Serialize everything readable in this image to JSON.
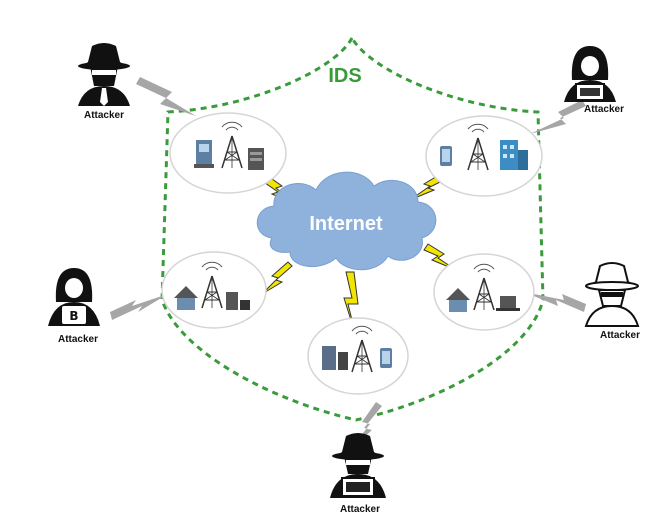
{
  "shield": {
    "label": "IDS",
    "color": "#3a9b3a"
  },
  "cloud": {
    "label": "Internet",
    "fill": "#8fb2dd"
  },
  "attacker_label": "Attacker",
  "attackers": [
    {
      "id": "attacker-top-left",
      "label": "Attacker",
      "variant": "spy-hat"
    },
    {
      "id": "attacker-top-right",
      "label": "Attacker",
      "variant": "hooded-laptop"
    },
    {
      "id": "attacker-mid-left",
      "label": "Attacker",
      "variant": "hooded-bitcoin"
    },
    {
      "id": "attacker-mid-right",
      "label": "Attacker",
      "variant": "spy-hat-outline"
    },
    {
      "id": "attacker-bottom",
      "label": "Attacker",
      "variant": "spy-hat-laptop"
    }
  ],
  "nodes": [
    {
      "id": "node-top-left",
      "icons": [
        "atm-icon",
        "cell-tower-icon",
        "server-icon"
      ]
    },
    {
      "id": "node-top-right",
      "icons": [
        "phone-icon",
        "cell-tower-icon",
        "building-icon"
      ]
    },
    {
      "id": "node-mid-left",
      "icons": [
        "house-icon",
        "cell-tower-icon",
        "server-icon"
      ]
    },
    {
      "id": "node-mid-right",
      "icons": [
        "house-icon",
        "cell-tower-icon",
        "laptop-icon"
      ]
    },
    {
      "id": "node-bottom",
      "icons": [
        "server-icon",
        "cell-tower-icon",
        "phone-icon"
      ]
    }
  ],
  "colors": {
    "lightning": "#f2e600",
    "lightning_stroke": "#333333",
    "attack_bolt": "#a6a6a6",
    "ink": "#111111"
  }
}
